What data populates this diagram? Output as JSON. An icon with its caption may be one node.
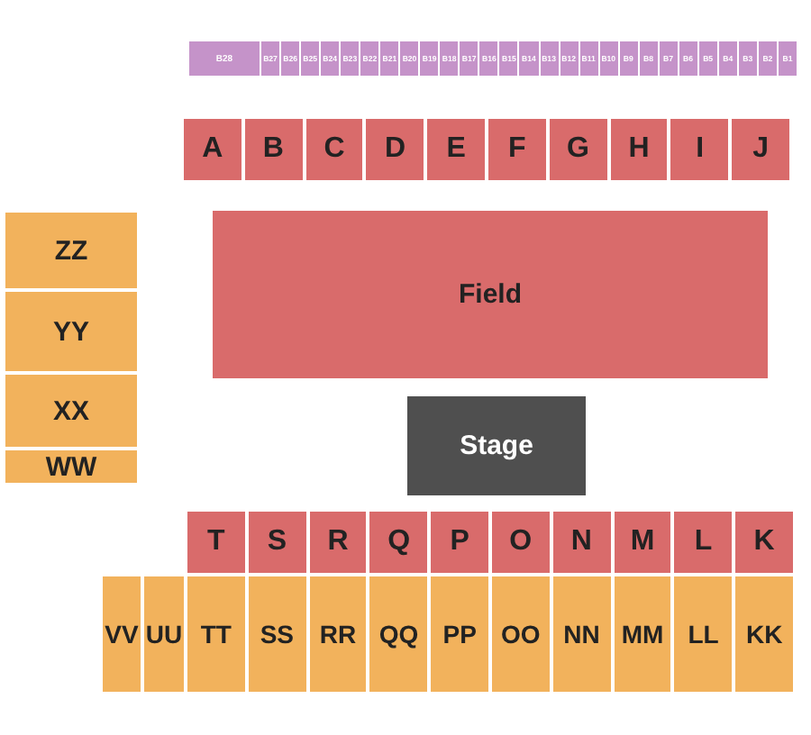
{
  "diagram": {
    "nodes": [
      {
        "text": [
          "B28"
        ]
      },
      {
        "text": [
          "B27"
        ]
      },
      {
        "text": [
          "B26"
        ]
      },
      {
        "text": [
          "B25"
        ]
      },
      {
        "text": [
          "B24"
        ]
      },
      {
        "text": [
          "B23"
        ]
      },
      {
        "text": [
          "B22"
        ]
      },
      {
        "text": [
          "B21"
        ]
      },
      {
        "text": [
          "B20"
        ]
      },
      {
        "text": [
          "B19"
        ]
      },
      {
        "text": [
          "B18"
        ]
      },
      {
        "text": [
          "B17"
        ]
      },
      {
        "text": [
          "B16"
        ]
      },
      {
        "text": [
          "B15"
        ]
      },
      {
        "text": [
          "B14"
        ]
      },
      {
        "text": [
          "B13"
        ]
      },
      {
        "text": [
          "B12"
        ]
      },
      {
        "text": [
          "B11"
        ]
      },
      {
        "text": [
          "B10"
        ]
      },
      {
        "text": [
          "B9"
        ]
      },
      {
        "text": [
          "B8"
        ]
      },
      {
        "text": [
          "B7"
        ]
      },
      {
        "text": [
          "B6"
        ]
      },
      {
        "text": [
          "B5"
        ]
      },
      {
        "text": [
          "B4"
        ]
      },
      {
        "text": [
          "B3"
        ]
      },
      {
        "text": [
          "B2"
        ]
      },
      {
        "text": [
          "B1"
        ]
      },
      {
        "text": [
          "A"
        ]
      },
      {
        "text": [
          "B"
        ]
      },
      {
        "text": [
          "C"
        ]
      },
      {
        "text": [
          "D"
        ]
      },
      {
        "text": [
          "E"
        ]
      },
      {
        "text": [
          "F"
        ]
      },
      {
        "text": [
          "G"
        ]
      },
      {
        "text": [
          "H"
        ]
      },
      {
        "text": [
          "I"
        ]
      },
      {
        "text": [
          "J"
        ]
      },
      {
        "text": [
          "ZZ"
        ]
      },
      {
        "text": [
          "YY"
        ]
      },
      {
        "text": [
          "XX"
        ]
      },
      {
        "text": [
          "WW"
        ]
      },
      {
        "text": [
          "Field"
        ]
      },
      {
        "text": [
          "Stage"
        ]
      },
      {
        "text": [
          "T"
        ]
      },
      {
        "text": [
          "S"
        ]
      },
      {
        "text": [
          "R"
        ]
      },
      {
        "text": [
          "Q"
        ]
      },
      {
        "text": [
          "P"
        ]
      },
      {
        "text": [
          "O"
        ]
      },
      {
        "text": [
          "N"
        ]
      },
      {
        "text": [
          "M"
        ]
      },
      {
        "text": [
          "L"
        ]
      },
      {
        "text": [
          "K"
        ]
      },
      {
        "text": [
          "VV"
        ]
      },
      {
        "text": [
          "UU"
        ]
      },
      {
        "text": [
          "TT"
        ]
      },
      {
        "text": [
          "SS"
        ]
      },
      {
        "text": [
          "RR"
        ]
      },
      {
        "text": [
          "QQ"
        ]
      },
      {
        "text": [
          "PP"
        ]
      },
      {
        "text": [
          "OO"
        ]
      },
      {
        "text": [
          "NN"
        ]
      },
      {
        "text": [
          "MM"
        ]
      },
      {
        "text": [
          "LL"
        ]
      },
      {
        "text": [
          "KK"
        ]
      }
    ]
  }
}
